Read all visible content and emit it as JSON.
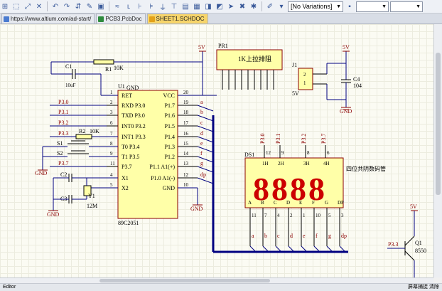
{
  "toolbar": {
    "variations_value": "[No Variations]"
  },
  "tabs": [
    {
      "label": "https://www.altium.com/ad-start/"
    },
    {
      "label": "PCB3.PcbDoc"
    },
    {
      "label": "SHEET1.SCHDOC"
    }
  ],
  "schematic": {
    "colors": {
      "wire": "#000080",
      "label": "#8b0000",
      "border": "#8b0000",
      "body_fill": "#ffffa8",
      "power": "#8b0000",
      "segment": "#cc0000",
      "text": "#000000",
      "pin_text": "#00007a"
    },
    "u1": {
      "designator": "U1",
      "part": "89C2051",
      "vcc_label": "VCC",
      "gnd_label": "GND",
      "left_pins": [
        {
          "num": "1",
          "name": "RET"
        },
        {
          "num": "2",
          "name": "RXD P3.0"
        },
        {
          "num": "3",
          "name": "TXD P3.0"
        },
        {
          "num": "6",
          "name": "INT0 P3.2"
        },
        {
          "num": "7",
          "name": "INT1 P3.3"
        },
        {
          "num": "8",
          "name": "T0 P3.4"
        },
        {
          "num": "9",
          "name": "T1 P3.5"
        },
        {
          "num": "11",
          "name": "P3.7"
        },
        {
          "num": "4",
          "name": "X1"
        },
        {
          "num": "5",
          "name": "X2"
        }
      ],
      "right_pins": [
        {
          "num": "20",
          "name": ""
        },
        {
          "num": "19",
          "name": "P1.7"
        },
        {
          "num": "18",
          "name": "P1.6"
        },
        {
          "num": "17",
          "name": "P1.5"
        },
        {
          "num": "16",
          "name": "P1.4"
        },
        {
          "num": "15",
          "name": "P1.3"
        },
        {
          "num": "14",
          "name": "P1.2"
        },
        {
          "num": "13",
          "name": "P1.1 A1(+)"
        },
        {
          "num": "12",
          "name": "P1.0 A1(-)"
        },
        {
          "num": "10",
          "name": "GND"
        }
      ],
      "bus_labels": [
        "a",
        "b",
        "c",
        "d",
        "e",
        "f",
        "g",
        "dp"
      ]
    },
    "port_labels": [
      "P3.0",
      "P3.1",
      "P3.2",
      "P3.3",
      "P3.7"
    ],
    "c1": {
      "designator": "C1",
      "value": "10uF"
    },
    "r1": {
      "designator": "R1",
      "value": "10K"
    },
    "r2": {
      "designator": "R2",
      "value": "10K"
    },
    "s1": "S1",
    "s2": "S2",
    "c2": "C2",
    "c3": "C3",
    "y1": {
      "designator": "Y1",
      "value": "12M"
    },
    "pr1": {
      "designator": "PR1",
      "value": "1K上拉排阻"
    },
    "j1": {
      "designator": "J1",
      "pins": [
        "2",
        "1"
      ],
      "net": "5V"
    },
    "c4": {
      "designator": "C4",
      "value": "104"
    },
    "ds1": {
      "designator": "DS1",
      "description": "四位共阴数码管",
      "digits": "8888",
      "top_pins": [
        "12",
        "9",
        "8",
        "6"
      ],
      "top_pin_names": [
        "1H",
        "2H",
        "3H",
        "4H"
      ],
      "bottom_pins": [
        "11",
        "7",
        "4",
        "2",
        "1",
        "10",
        "5",
        "3"
      ],
      "bottom_names": [
        "A",
        "B",
        "C",
        "D",
        "E",
        "F",
        "G",
        "DP"
      ],
      "seg_labels": [
        "a",
        "b",
        "c",
        "d",
        "e",
        "f",
        "g",
        "dp"
      ],
      "net_labels": [
        "P3.0",
        "P3.1",
        "P3.2",
        "P3.7"
      ]
    },
    "q1": {
      "designator": "Q1",
      "value": "8550",
      "net": "P3.3"
    },
    "power_5v": "5V",
    "gnd": "GND"
  },
  "statusbar": {
    "left": "Editor",
    "right": "屏幕捕捉   清除"
  }
}
